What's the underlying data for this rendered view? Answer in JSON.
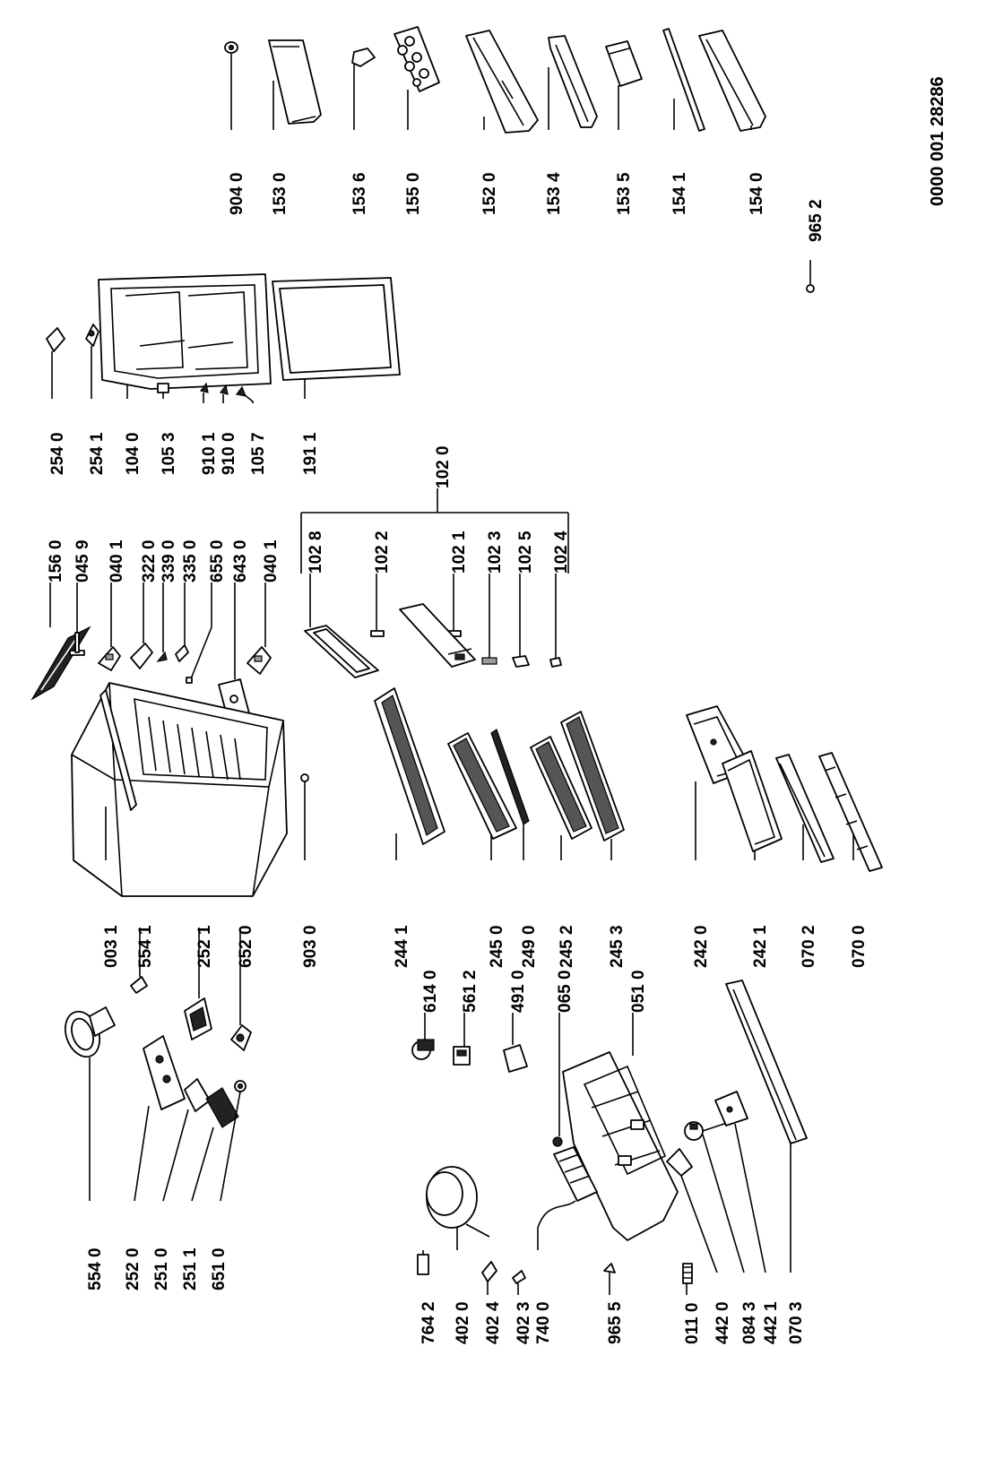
{
  "document_number": "0000 001 28286",
  "labels": {
    "p9040": "904 0",
    "p1530": "153 0",
    "p1536": "153 6",
    "p1550": "155 0",
    "p1520": "152 0",
    "p1534": "153 4",
    "p1535": "153 5",
    "p1541": "154 1",
    "p1540": "154 0",
    "p9652": "965 2",
    "p2540": "254 0",
    "p2541": "254 1",
    "p1040": "104 0",
    "p1053": "105 3",
    "p9101": "910 1",
    "p9100": "910 0",
    "p1057": "105 7",
    "p1911": "191 1",
    "p1020": "102 0",
    "p1028": "102 8",
    "p1022": "102 2",
    "p1021": "102 1",
    "p1023": "102 3",
    "p1025": "102 5",
    "p1024": "102 4",
    "p1560": "156 0",
    "p0459": "045 9",
    "p0401a": "040 1",
    "p3220": "322 0",
    "p3390": "339 0",
    "p3350": "335 0",
    "p6550": "655 0",
    "p6430": "643 0",
    "p0401b": "040 1",
    "p0031": "003 1",
    "p5541": "554 1",
    "p2521": "252 1",
    "p6520": "652 0",
    "p9030": "903 0",
    "p2441": "244 1",
    "p2450": "245 0",
    "p2490": "249 0",
    "p2452": "245 2",
    "p2453": "245 3",
    "p2420": "242 0",
    "p2421": "242 1",
    "p0702": "070 2",
    "p0700": "070 0",
    "p6140": "614 0",
    "p5612": "561 2",
    "p4910": "491 0",
    "p0650": "065 0",
    "p0510": "051 0",
    "p5540": "554 0",
    "p2520": "252 0",
    "p2510": "251 0",
    "p2511": "251 1",
    "p6510": "651 0",
    "p7642": "764 2",
    "p4020": "402 0",
    "p4024": "402 4",
    "p4023": "402 3",
    "p7400": "740 0",
    "p9655": "965 5",
    "p0110": "011 0",
    "p4420": "442 0",
    "p0843": "084 3",
    "p4421": "442 1",
    "p0703": "070 3"
  }
}
